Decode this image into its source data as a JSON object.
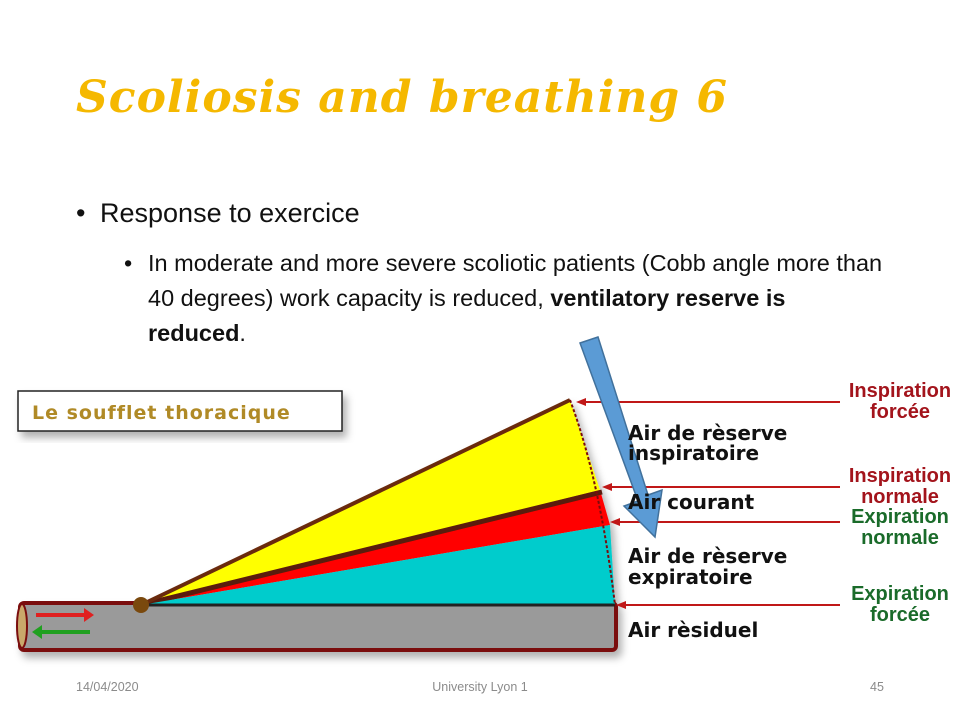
{
  "slide": {
    "title": "Scoliosis and breathing 6",
    "bullet1": "Response  to exercice",
    "bullet2_text": "In moderate and more severe scoliotic patients (Cobb angle more than 40 degrees) work capacity is reduced, ",
    "bullet2_bold": "ventilatory reserve is reduced",
    "bullet2_end": "."
  },
  "diagram": {
    "box_label": "Le soufflet thoracique",
    "zones": [
      "Air de rèserve",
      "inspiratoire",
      "Air courant",
      "Air de rèserve",
      "expiratoire",
      "Air rèsiduel"
    ],
    "markers": [
      {
        "line1": "Inspiration",
        "line2": "forcée",
        "color": "#a3141c"
      },
      {
        "line1": "Inspiration",
        "line2": "normale",
        "color": "#a3141c"
      },
      {
        "line1": "Expiration",
        "line2": "normale",
        "color": "#1a6b2a"
      },
      {
        "line1": "Expiration",
        "line2": "forcée",
        "color": "#1a6b2a"
      }
    ]
  },
  "footer": {
    "date": "14/04/2020",
    "center": "University Lyon 1",
    "page": "45"
  }
}
